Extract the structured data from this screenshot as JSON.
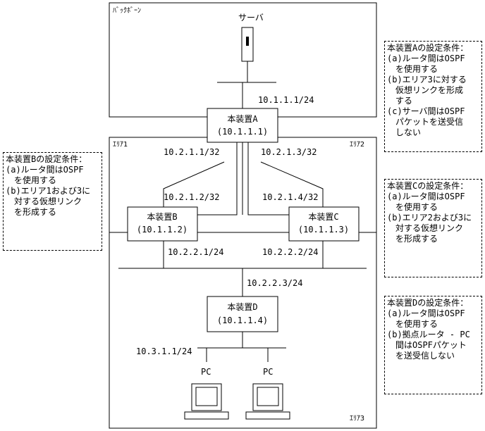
{
  "zones": {
    "backbone": "ﾊﾞｯｸﾎﾞｰﾝ",
    "area1": "ｴﾘｱ1",
    "area2": "ｴﾘｱ2",
    "area3": "ｴﾘｱ3"
  },
  "server": {
    "label": "サーバ",
    "addr": "10.1.1.1/24"
  },
  "devices": {
    "a": {
      "name": "本装置A",
      "id": "(10.1.1.1)"
    },
    "b": {
      "name": "本装置B",
      "id": "(10.1.1.2)"
    },
    "c": {
      "name": "本装置C",
      "id": "(10.1.1.3)"
    },
    "d": {
      "name": "本装置D",
      "id": "(10.1.1.4)"
    }
  },
  "addresses": {
    "a_to_b": "10.2.1.1/32",
    "a_to_c": "10.2.1.3/32",
    "b_up": "10.2.1.2/32",
    "c_up": "10.2.1.4/32",
    "b_down": "10.2.2.1/24",
    "c_down": "10.2.2.2/24",
    "d_up": "10.2.2.3/24",
    "d_lan": "10.3.1.1/24"
  },
  "pcs": {
    "pc1": "PC",
    "pc2": "PC"
  },
  "notes": {
    "a": {
      "title": "本装置Aの設定条件：",
      "lines": [
        "(a)ルータ間はOSPF",
        "　を使用する",
        "(b)エリア3に対する",
        "　仮想リンクを形成",
        "　する",
        "(c)サーバ間はOSPF",
        "　パケットを送受信",
        "　しない"
      ]
    },
    "b": {
      "title": "本装置Bの設定条件：",
      "lines": [
        "(a)ルータ間はOSPF",
        "　を使用する",
        "(b)エリア1および3に",
        "　対する仮想リンク",
        "　を形成する"
      ]
    },
    "c": {
      "title": "本装置Cの設定条件：",
      "lines": [
        "(a)ルータ間はOSPF",
        "　を使用する",
        "(b)エリア2および3に",
        "　対する仮想リンク",
        "　を形成する"
      ]
    },
    "d": {
      "title": "本装置Dの設定条件：",
      "lines": [
        "(a)ルータ間はOSPF",
        "　を使用する",
        "(b)拠点ルータ - PC",
        "　間はOSPFパケット",
        "　を送受信しない"
      ]
    }
  }
}
